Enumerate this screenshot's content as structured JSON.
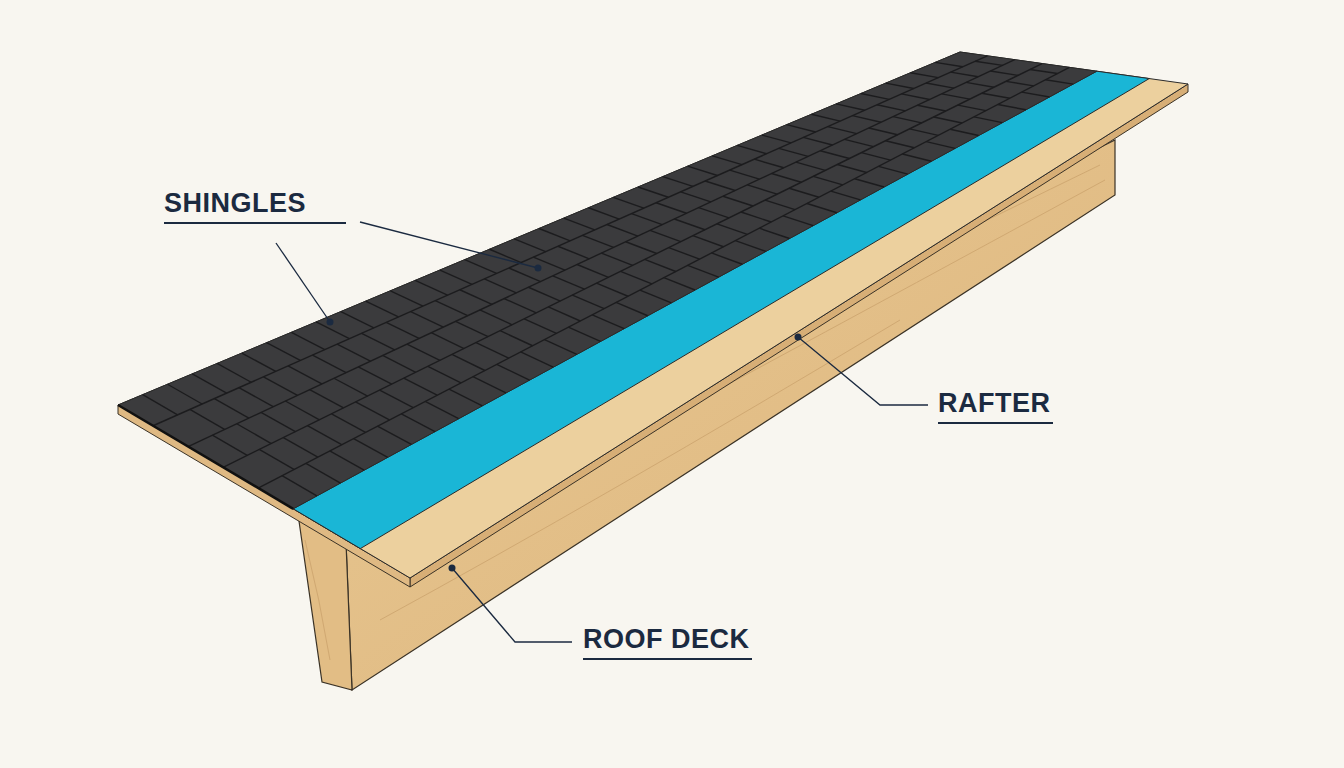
{
  "diagram": {
    "labels": [
      "SHINGLES",
      "RAFTER",
      "ROOF DECK"
    ]
  }
}
